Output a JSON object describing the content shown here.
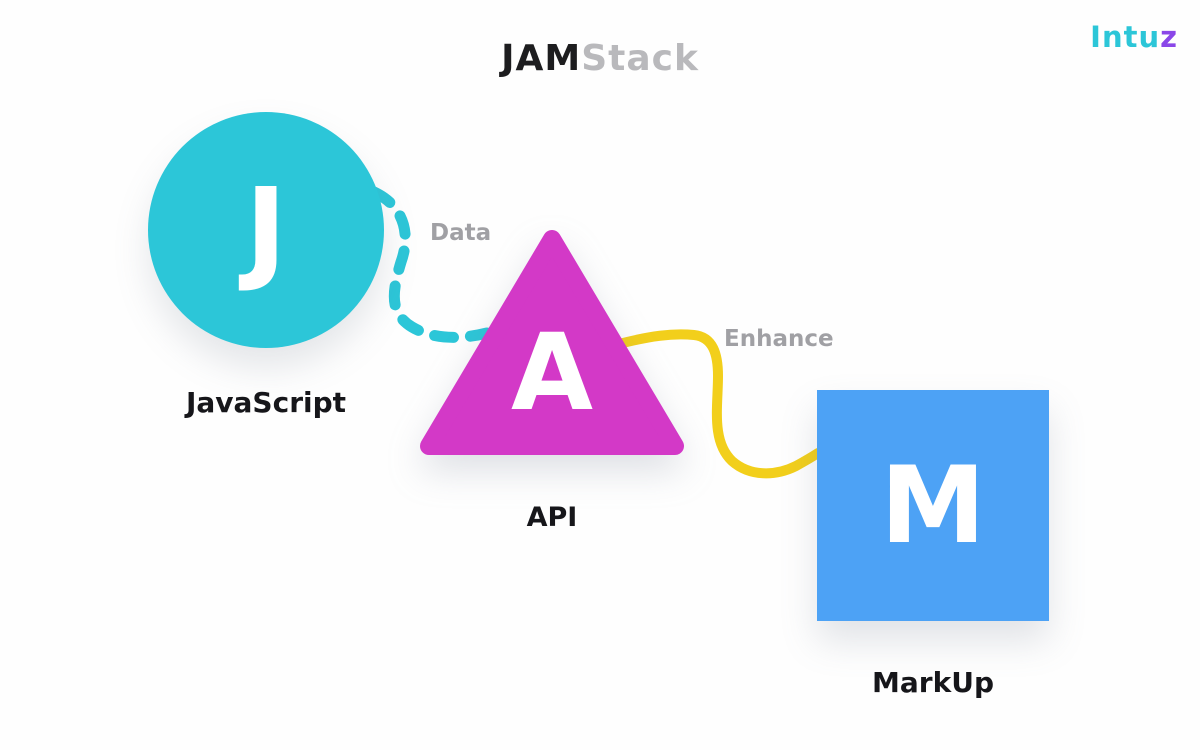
{
  "title": {
    "primary": "JAM",
    "secondary": "Stack"
  },
  "logo": {
    "main": "Intu",
    "accent": "z"
  },
  "nodes": [
    {
      "id": "javascript",
      "letter": "J",
      "label": "JavaScript",
      "shape": "circle",
      "color": "#2cc6d8"
    },
    {
      "id": "api",
      "letter": "A",
      "label": "API",
      "shape": "triangle",
      "color": "#d339c7"
    },
    {
      "id": "markup",
      "letter": "M",
      "label": "MarkUp",
      "shape": "square",
      "color": "#4da2f5"
    }
  ],
  "connections": [
    {
      "from": "javascript",
      "to": "api",
      "label": "Data",
      "style": "dashed",
      "color": "#2cc6d8"
    },
    {
      "from": "api",
      "to": "markup",
      "label": "Enhance",
      "style": "solid",
      "color": "#f2cf1b"
    }
  ],
  "colors": {
    "cyan": "#2cc6d8",
    "magenta": "#d339c7",
    "blue": "#4da2f5",
    "yellow": "#f2cf1b",
    "purple": "#8a46e8",
    "title-dark": "#1d1d1f",
    "title-light": "#b9b9bc",
    "label-gray": "#a0a0a4"
  }
}
